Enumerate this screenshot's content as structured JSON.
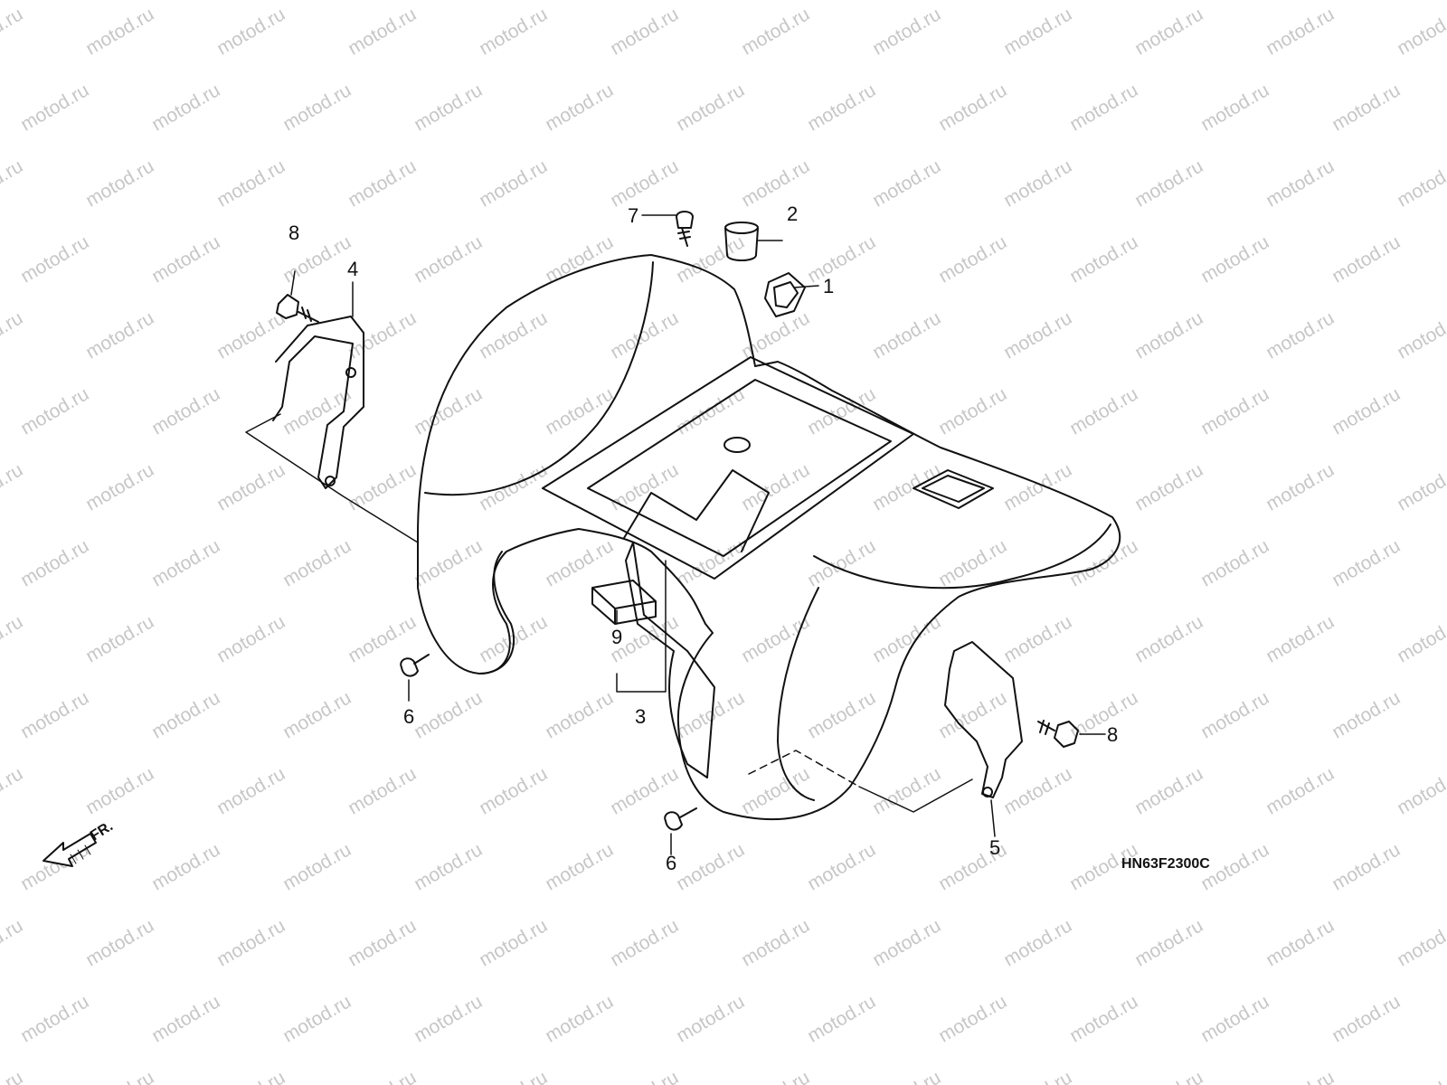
{
  "watermark": {
    "text": "motod.ru"
  },
  "diagram_code": "HN63F2300C",
  "direction_label": "FR.",
  "callouts": {
    "c1": "1",
    "c2": "2",
    "c3": "3",
    "c4": "4",
    "c5": "5",
    "c6_left": "6",
    "c6_bottom": "6",
    "c7": "7",
    "c8_left": "8",
    "c8_right": "8",
    "c9": "9"
  },
  "icons": [
    "front-direction-arrow-icon"
  ]
}
